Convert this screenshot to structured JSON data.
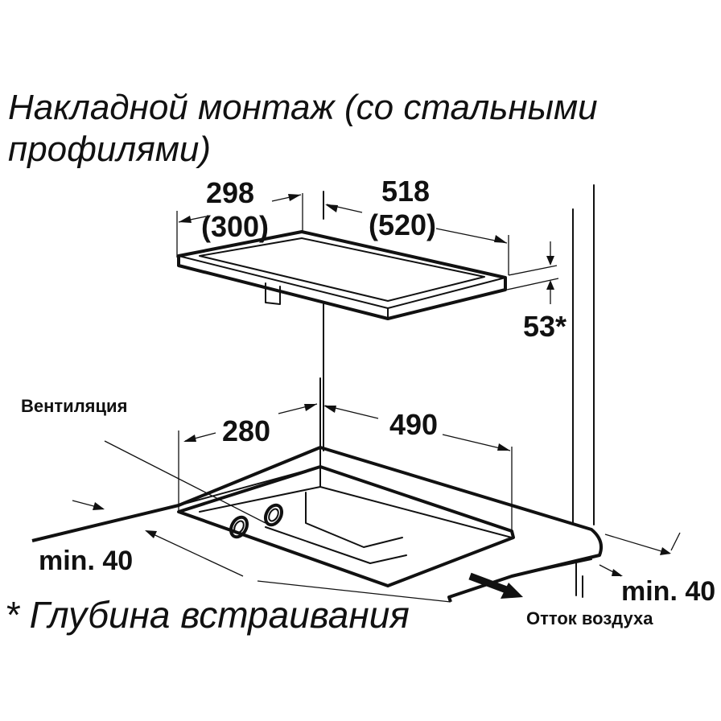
{
  "title_line1": "Накладной монтаж (со стальными",
  "title_line2": "профилями)",
  "dims": {
    "hob_width": "298",
    "hob_width_alt": "(300)",
    "hob_depth": "518",
    "hob_depth_alt": "(520)",
    "hob_height": "53*",
    "cutout_width": "280",
    "cutout_depth": "490"
  },
  "labels": {
    "ventilation": "Вентиляция",
    "min_left": "min. 40",
    "min_right": "min. 40",
    "air_outflow": "Отток воздуха",
    "footnote": "* Глубина встраивания"
  }
}
